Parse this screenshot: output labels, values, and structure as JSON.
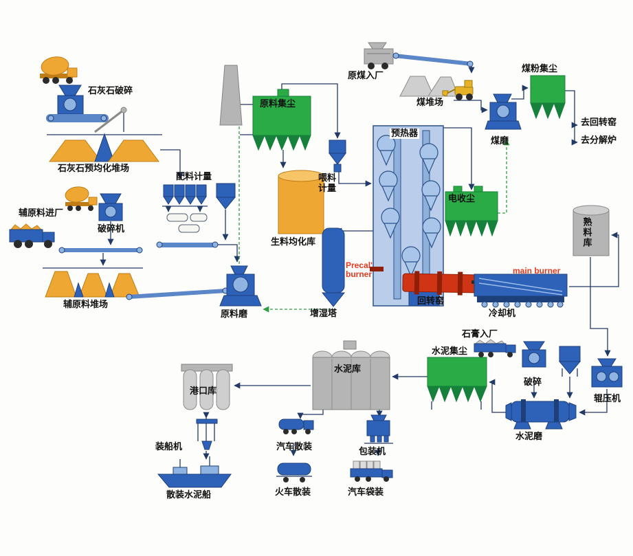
{
  "colors": {
    "bg": "#fdfdfb",
    "blue": "#2e62b8",
    "blue_l": "#8fb4e2",
    "blue_d": "#1d3f7a",
    "green": "#2aab45",
    "green_d": "#16813a",
    "green_line": "#2f9e44",
    "orange": "#efa733",
    "orange_d": "#c07d16",
    "red": "#cf3414",
    "red_d": "#8f1f06",
    "grey": "#b5b5b5",
    "grey_l": "#cfcfcf",
    "yellow": "#e6b227",
    "line": "#223a66",
    "belt": "#5b86c8",
    "burner": "#e8391d"
  },
  "labels": {
    "raw_prep": {
      "limestone_crushing": "石灰石破碎",
      "limestone_preblending_yard": "石灰石预均化堆场",
      "aux_material_entry": "辅原料进厂",
      "crusher": "破碎机",
      "aux_material_yard": "辅原料堆场",
      "batching_metering": "配料计量",
      "raw_mill": "原料磨",
      "raw_material_dust_collector": "原料集尘",
      "raw_meal_homogenizing_silo": "生料均化库",
      "feeding_metering": "喂料计量"
    },
    "pyro": {
      "preheater": "预热器",
      "humidifying_tower": "增湿塔",
      "precal_burner": "Precal' burner",
      "rotary_kiln": "回转窑",
      "main_burner": "main burner",
      "cooler": "冷却机",
      "electrostatic_precipitator": "电收尘",
      "clinker_silo": "熟料库"
    },
    "coal": {
      "raw_coal_entry": "原煤入厂",
      "coal_yard": "煤堆场",
      "coal_mill": "煤磨",
      "coal_dust_collector": "煤粉集尘",
      "to_rotary_kiln": "去回转窑",
      "to_calciner": "去分解炉"
    },
    "finish": {
      "gypsum_entry": "石膏入厂",
      "gypsum_crushing": "破碎",
      "roller_press": "辊压机",
      "cement_mill": "水泥磨",
      "cement_dust_collector": "水泥集尘",
      "cement_silo": "水泥库"
    },
    "shipping": {
      "port_silo": "港口库",
      "ship_loader": "装船机",
      "bulk_cement_ship": "散装水泥船",
      "truck_bulk_loading": "汽车散装",
      "train_bulk_loading": "火车散装",
      "packing_machine": "包装机",
      "truck_bag_loading": "汽车袋装"
    }
  }
}
